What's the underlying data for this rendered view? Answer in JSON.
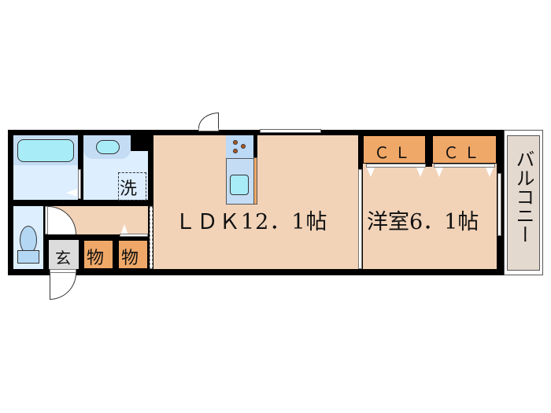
{
  "floorplan": {
    "rooms": {
      "ldk": {
        "label": "ＬＤＫ12．1帖",
        "type": "LDK",
        "size_jo": 12.1
      },
      "western": {
        "label": "洋室6．1帖",
        "type": "Western room",
        "size_jo": 6.1
      },
      "closet1": {
        "label": "ＣＬ"
      },
      "closet2": {
        "label": "ＣＬ"
      },
      "balcony": {
        "label": "バルコニー"
      },
      "storage1": {
        "label": "物"
      },
      "storage2": {
        "label": "物"
      },
      "entrance": {
        "label": "玄"
      },
      "washer": {
        "label": "洗"
      }
    },
    "colors": {
      "floor": "#f2d3b8",
      "wet_area": "#ddeeff",
      "storage": "#f0a868",
      "balcony": "#e4d9cf",
      "entrance": "#dcdcdc",
      "wall": "#000000"
    }
  }
}
